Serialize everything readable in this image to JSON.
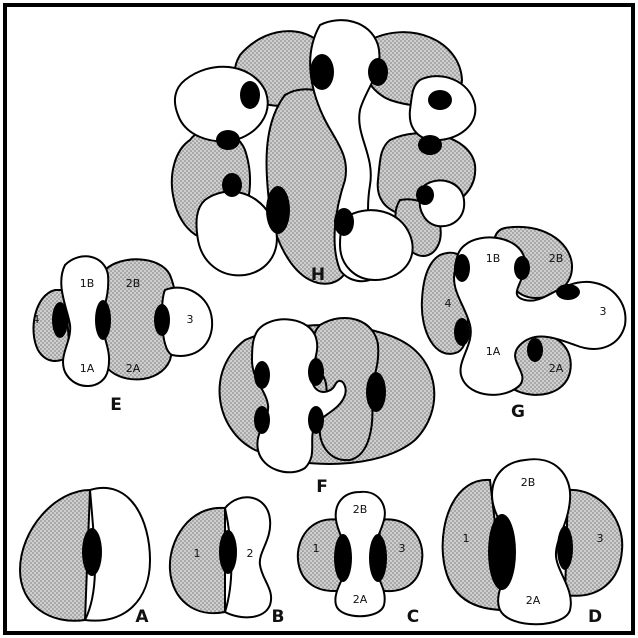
{
  "colors": {
    "background": "#ffffff",
    "outline": "#000000",
    "stipple_fill": "#cfcfcf",
    "stipple_dot": "#7a7a7a",
    "blob": "#000000"
  },
  "panels": {
    "A": {
      "label": "A"
    },
    "B": {
      "label": "B",
      "cells": [
        "1",
        "2"
      ]
    },
    "C": {
      "label": "C",
      "cells": [
        "2B",
        "1",
        "3",
        "2A"
      ]
    },
    "D": {
      "label": "D",
      "cells": [
        "2B",
        "1",
        "3",
        "2A"
      ]
    },
    "E": {
      "label": "E",
      "cells": [
        "1B",
        "2B",
        "4",
        "3",
        "1A",
        "2A"
      ]
    },
    "F": {
      "label": "F"
    },
    "G": {
      "label": "G",
      "cells": [
        "1B",
        "2B",
        "4",
        "3",
        "1A",
        "2A"
      ]
    },
    "H": {
      "label": "H"
    }
  }
}
